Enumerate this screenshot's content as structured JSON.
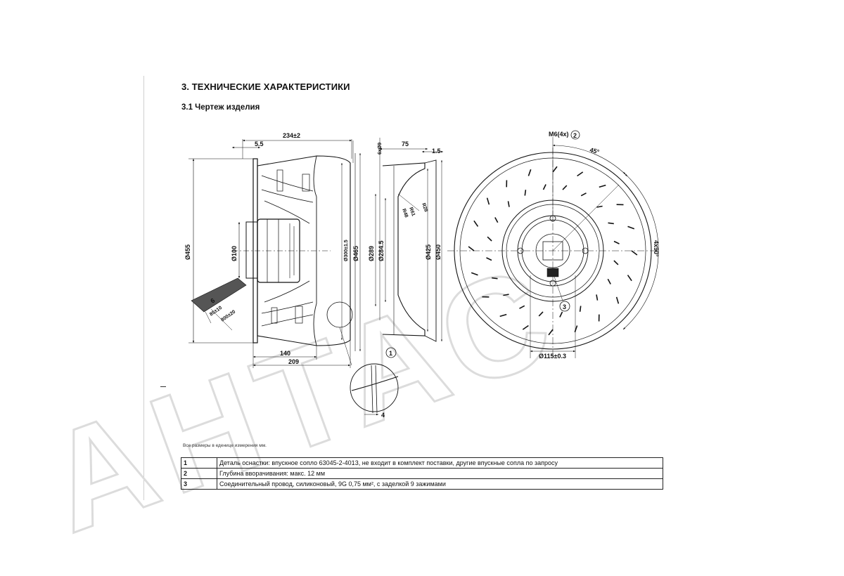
{
  "heading": "3. ТЕХНИЧЕСКИЕ ХАРАКТЕРИСТИКИ",
  "subheading": "3.1 Чертеж изделия",
  "units_note": "Все размеры в еденице измерения мм.",
  "watermark": "АНТАС",
  "dimensions": {
    "width_total": "234±2",
    "gap": "5.5",
    "d455": "Ø455",
    "d100": "Ø100",
    "six": "6",
    "len85": "85±10",
    "len800": "800±20",
    "w140": "140",
    "w209": "209",
    "d300": "Ø300±1.5",
    "d465": "Ø465",
    "hole": "6хØ9",
    "w75": "75",
    "w15": "1.5",
    "d289": "Ø289",
    "d2845": "Ø284.5",
    "r61": "R61",
    "r48": "R48",
    "r28": "R28",
    "d425": "Ø425",
    "d450": "Ø450",
    "m6": "M6(4x)",
    "callout2": "2",
    "deg45": "45°",
    "deg4x90": "4x90°",
    "d115": "Ø115±0.3",
    "callout3": "3",
    "callout1": "1",
    "detail4": "4"
  },
  "table": [
    {
      "num": "1",
      "text": "Деталь оснастки: впускное сопло 63045-2-4013, не входит в комплект поставки, другие впускные сопла по запросу"
    },
    {
      "num": "2",
      "text": "Глубина вворачивания: макс. 12 мм"
    },
    {
      "num": "3",
      "text": "Соединительный провод, силиконовый, 9G 0,75 мм², с заделкой 9 зажимами"
    }
  ]
}
